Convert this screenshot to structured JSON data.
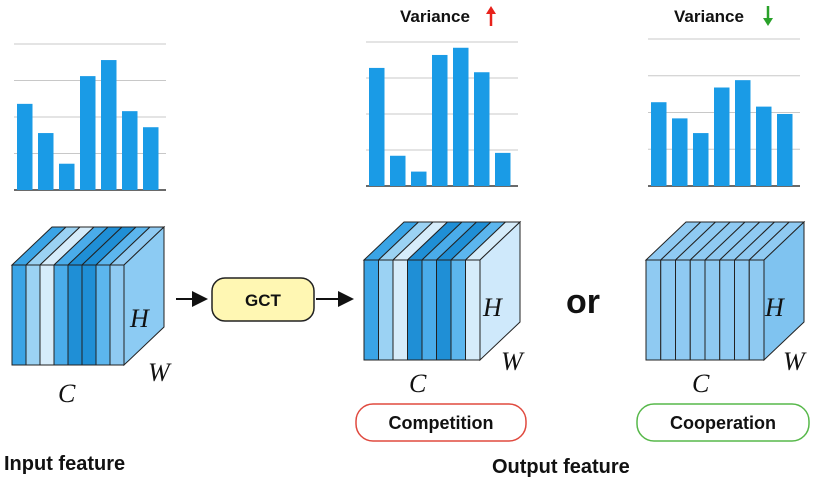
{
  "colors": {
    "bar": "#1a9be6",
    "arrow_up": "#e8221b",
    "arrow_down": "#2aa12a",
    "gct_fill": "#fff7b3",
    "competition_border": "#e04a3f",
    "cooperation_border": "#57b84a",
    "slice_palette": [
      "#3aa4e6",
      "#9bd2f3",
      "#d6ecfa",
      "#4aacea",
      "#1f8fd6",
      "#5cb6ee",
      "#8fcaf2"
    ]
  },
  "modules": {
    "gct_label": "GCT",
    "or_label": "or"
  },
  "axes": {
    "height_label": "H",
    "width_label": "W",
    "channel_label": "C"
  },
  "captions": {
    "input": "Input feature",
    "output": "Output feature",
    "competition": "Competition",
    "cooperation": "Cooperation",
    "variance_up": "Variance",
    "variance_down": "Variance"
  },
  "chart_data": [
    {
      "type": "bar",
      "title": "",
      "values": [
        0.59,
        0.39,
        0.18,
        0.78,
        0.89,
        0.54,
        0.43
      ],
      "ylim": [
        0,
        1
      ]
    },
    {
      "type": "bar",
      "title": "Variance ↑",
      "values": [
        0.82,
        0.21,
        0.1,
        0.91,
        0.96,
        0.79,
        0.23
      ],
      "ylim": [
        0,
        1
      ]
    },
    {
      "type": "bar",
      "title": "Variance ↓",
      "values": [
        0.57,
        0.46,
        0.36,
        0.67,
        0.72,
        0.54,
        0.49
      ],
      "ylim": [
        0,
        1
      ]
    }
  ]
}
